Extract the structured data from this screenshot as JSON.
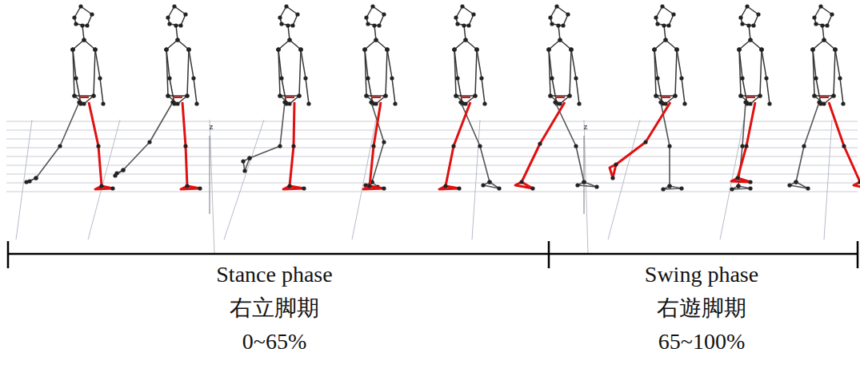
{
  "diagram": {
    "labels": [
      "z",
      "z",
      "Stance phase",
      "右立脚期",
      "0~65%",
      "Swing phase",
      "右遊脚期",
      "65~100%"
    ]
  }
}
